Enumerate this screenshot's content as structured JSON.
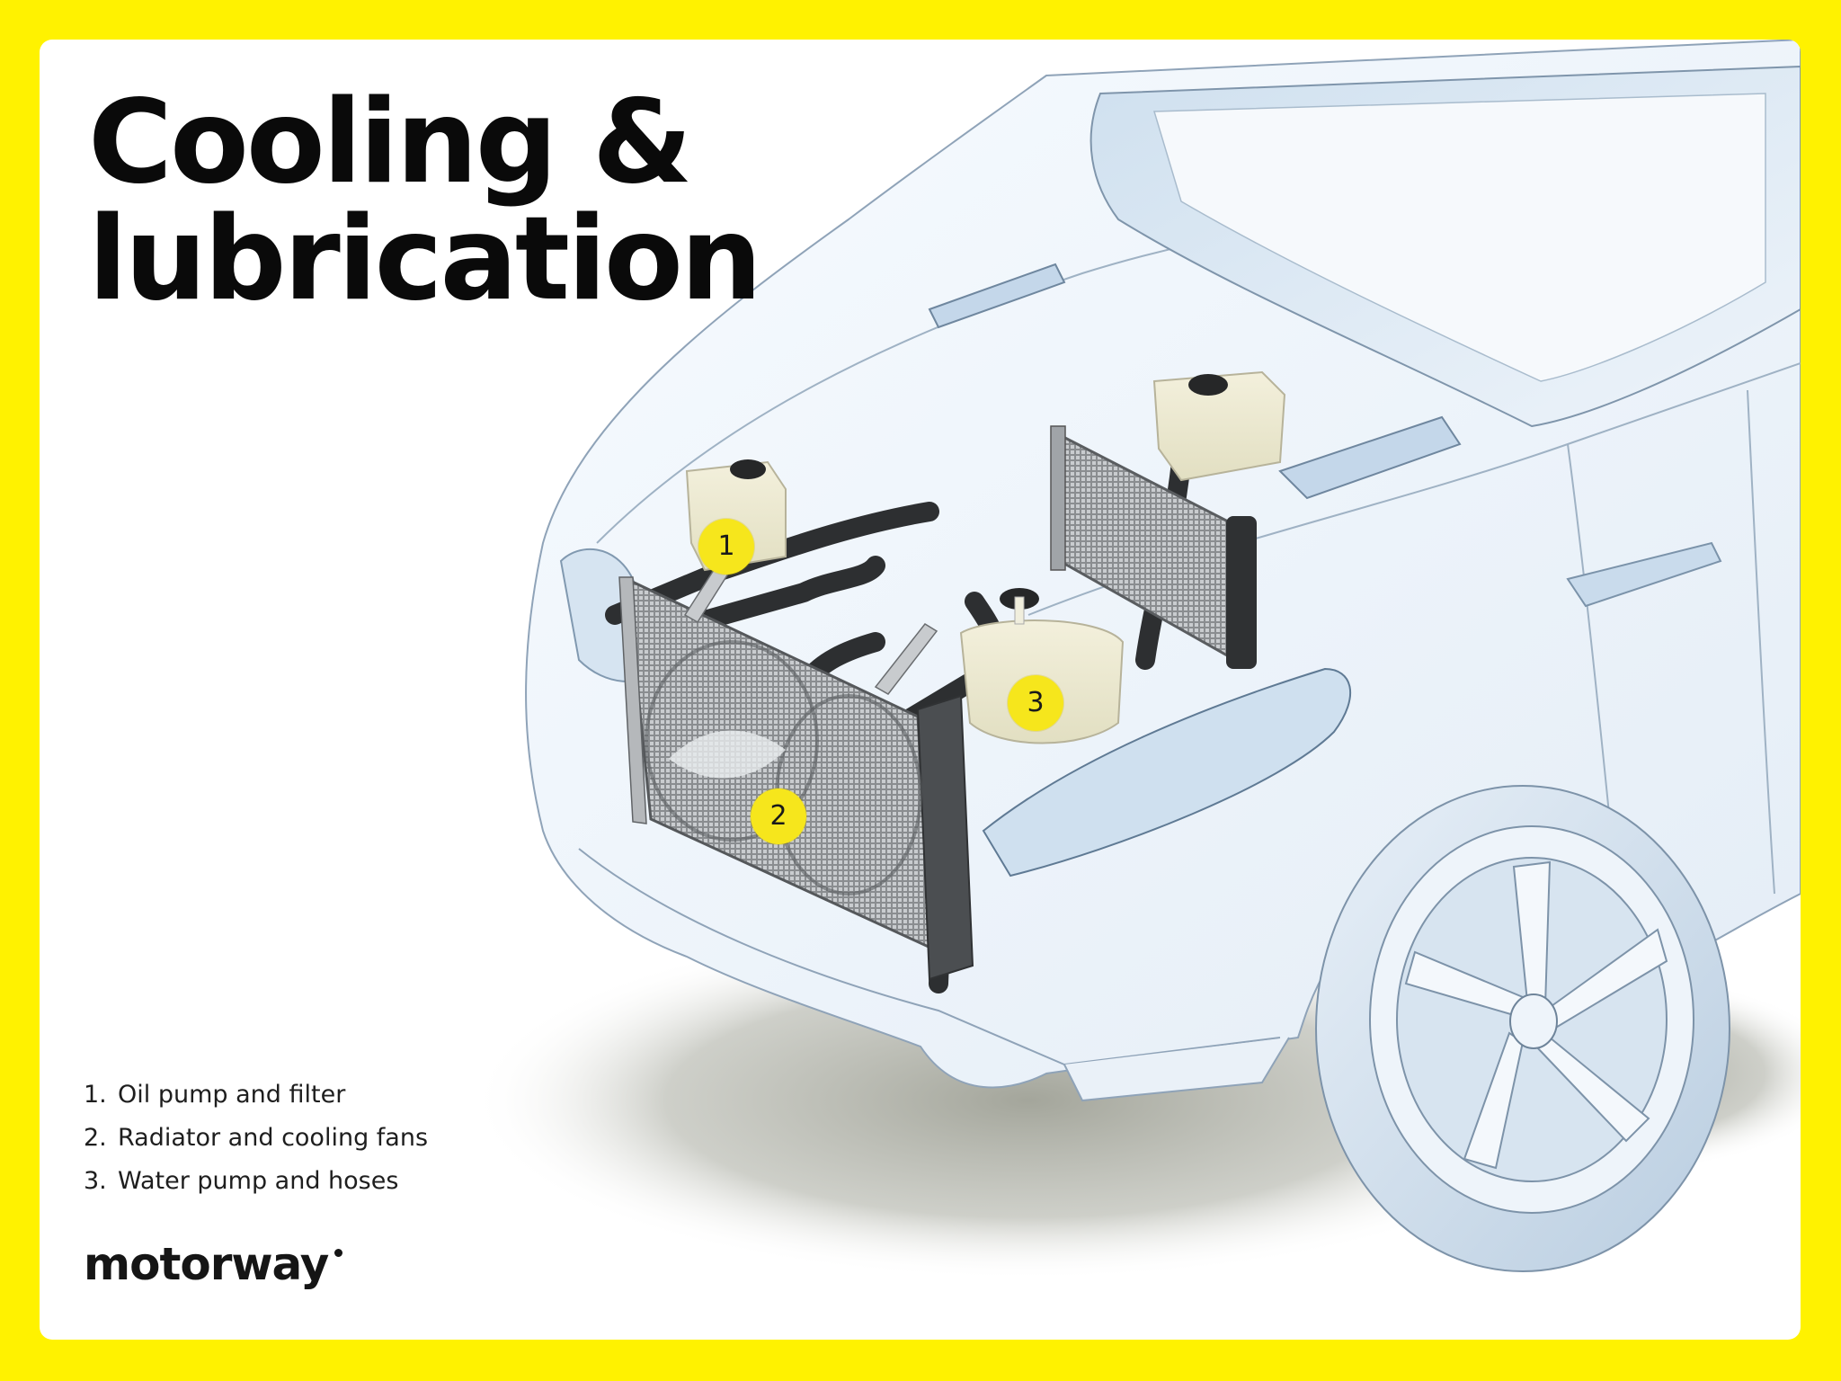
{
  "title": {
    "line1": "Cooling &",
    "line2": "lubrication"
  },
  "legend": {
    "items": [
      {
        "number": "1.",
        "label": "Oil pump and filter"
      },
      {
        "number": "2.",
        "label": "Radiator and cooling fans"
      },
      {
        "number": "3.",
        "label": "Water pump and hoses"
      }
    ]
  },
  "markers": [
    {
      "label": "1",
      "target": "Oil pump and filter"
    },
    {
      "label": "2",
      "target": "Radiator and cooling fans"
    },
    {
      "label": "3",
      "target": "Water pump and hoses"
    }
  ],
  "brand": {
    "logo_text": "motorway"
  },
  "colors": {
    "frame": "#FFF200",
    "marker": "#F6E61C",
    "card": "#FFFFFF",
    "text": "#0A0A0A",
    "car_line": "#8fa3b8",
    "car_tint": "#dbe7f2"
  },
  "illustration": {
    "subject": "car-front-cutaway",
    "components": [
      "coolant-reservoir",
      "radiator",
      "cooling-fans",
      "hoses",
      "oil-cooler",
      "washer-reservoir"
    ]
  }
}
